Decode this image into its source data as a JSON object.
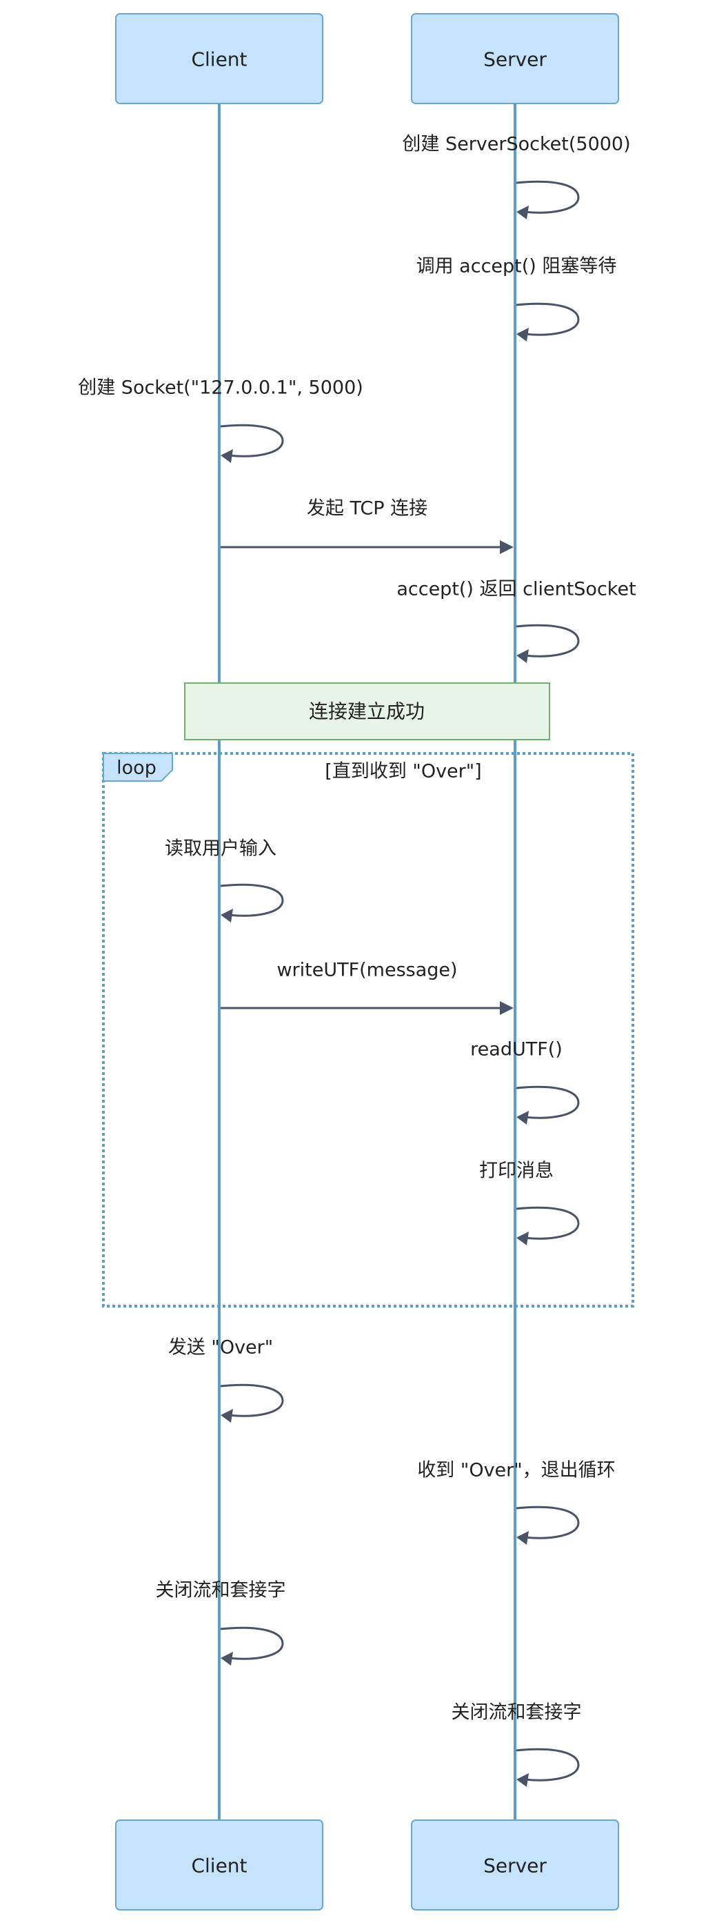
{
  "diagram": {
    "type": "sequence",
    "participants": [
      {
        "id": "client",
        "label": "Client"
      },
      {
        "id": "server",
        "label": "Server"
      }
    ],
    "colors": {
      "actor_fill": "#c5e3fc",
      "actor_border": "#6aa6cc",
      "lifeline": "#5b9fc8",
      "message_line": "#4a5468",
      "note_fill": "#e7f5e8",
      "note_border": "#6db36f",
      "text": "#222222"
    },
    "steps": [
      {
        "kind": "self",
        "actor": "server",
        "label": "创建 ServerSocket(5000)"
      },
      {
        "kind": "self",
        "actor": "server",
        "label": "调用 accept() 阻塞等待"
      },
      {
        "kind": "self",
        "actor": "client",
        "label": "创建 Socket(\"127.0.0.1\", 5000)"
      },
      {
        "kind": "message",
        "from": "client",
        "to": "server",
        "label": "发起 TCP 连接"
      },
      {
        "kind": "self",
        "actor": "server",
        "label": "accept() 返回 clientSocket"
      },
      {
        "kind": "note",
        "over": [
          "client",
          "server"
        ],
        "label": "连接建立成功"
      },
      {
        "kind": "loop_start",
        "tag": "loop",
        "condition": "[直到收到 \"Over\"]"
      },
      {
        "kind": "self",
        "actor": "client",
        "label": "读取用户输入"
      },
      {
        "kind": "message",
        "from": "client",
        "to": "server",
        "label": "writeUTF(message)"
      },
      {
        "kind": "self",
        "actor": "server",
        "label": "readUTF()"
      },
      {
        "kind": "self",
        "actor": "server",
        "label": "打印消息"
      },
      {
        "kind": "loop_end"
      },
      {
        "kind": "self",
        "actor": "client",
        "label": "发送 \"Over\""
      },
      {
        "kind": "self",
        "actor": "server",
        "label": "收到 \"Over\"，退出循环"
      },
      {
        "kind": "self",
        "actor": "client",
        "label": "关闭流和套接字"
      },
      {
        "kind": "self",
        "actor": "server",
        "label": "关闭流和套接字"
      }
    ]
  }
}
